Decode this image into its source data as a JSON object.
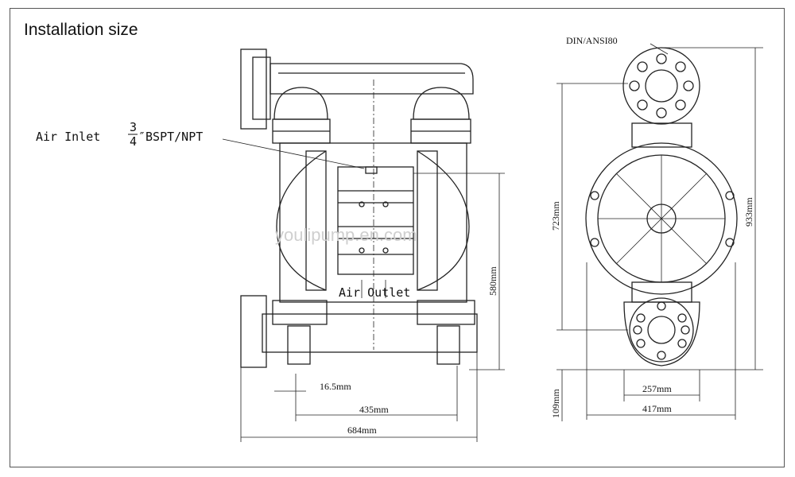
{
  "title": "Installation size",
  "front_view": {
    "air_inlet": "Air Inlet",
    "fraction_num": "3",
    "fraction_den": "4",
    "air_inlet_spec": "″BSPT/NPT",
    "air_outlet": "Air Outlet",
    "dim_height": "580mm",
    "dim_foot": "16.5mm",
    "dim_435": "435mm",
    "dim_684": "684mm"
  },
  "side_view": {
    "flange_label": "DIN/ANSI80",
    "dim_723": "723mm",
    "dim_933": "933mm",
    "dim_109": "109mm",
    "dim_257": "257mm",
    "dim_417": "417mm"
  },
  "watermark": "youlipump.en.com"
}
